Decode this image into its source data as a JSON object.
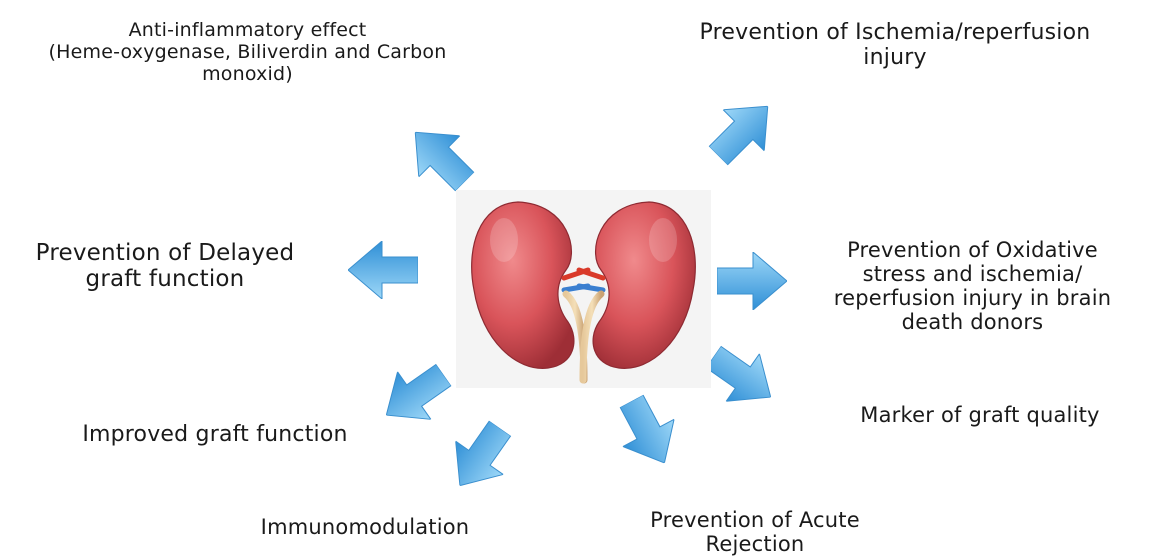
{
  "center_image": {
    "icon": "kidneys-illustration"
  },
  "labels": {
    "anti_inflammatory": [
      "Anti-inflammatory effect",
      "(Heme-oxygenase, Biliverdin and Carbon",
      "monoxid)"
    ],
    "ischemia": [
      "Prevention of Ischemia/reperfusion",
      "injury"
    ],
    "delayed_graft": [
      "Prevention of Delayed",
      "graft function"
    ],
    "oxidative": [
      "Prevention of Oxidative",
      "stress and ischemia/",
      "reperfusion injury in brain",
      "death donors"
    ],
    "improved_graft": [
      "Improved graft function"
    ],
    "marker": [
      "Marker of graft quality"
    ],
    "immunomodulation": [
      "Immunomodulation"
    ],
    "acute_rejection": [
      "Prevention of Acute",
      "Rejection"
    ]
  },
  "colors": {
    "arrow_light": "#8fd0f5",
    "arrow_dark": "#2f8fd6",
    "kidney": "#d9545a",
    "kidney_dark": "#a8323a"
  }
}
